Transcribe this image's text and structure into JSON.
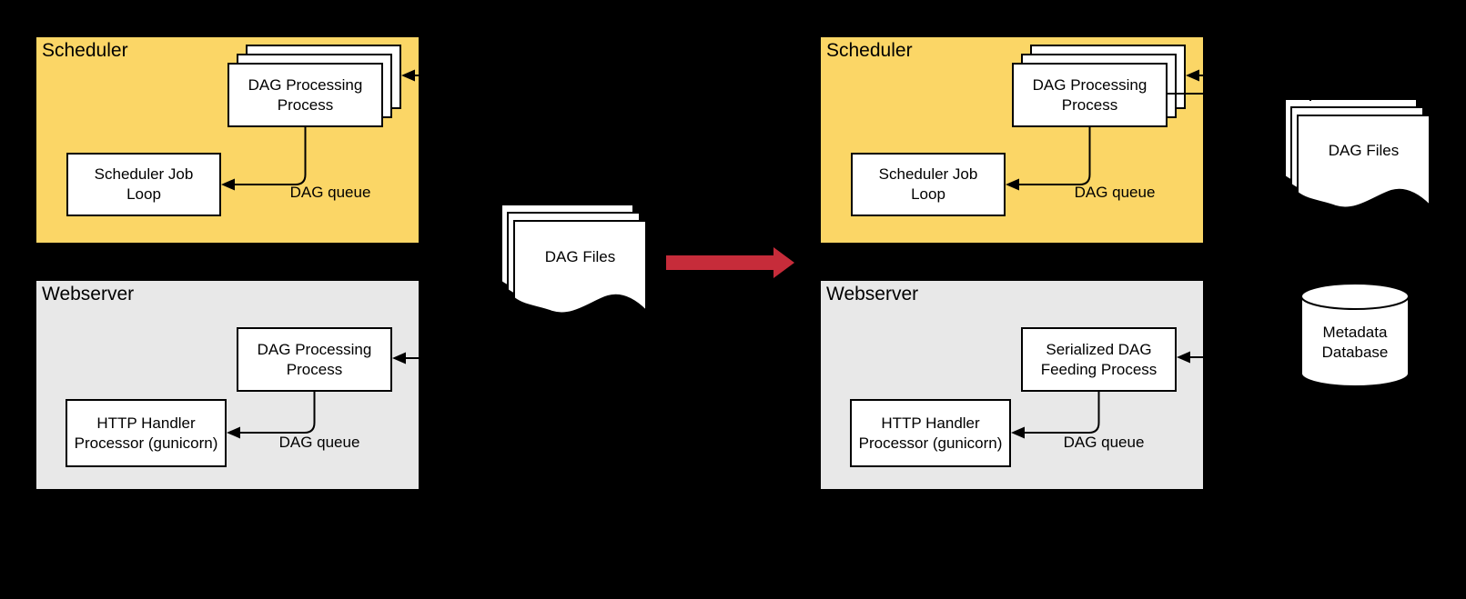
{
  "left": {
    "scheduler": {
      "title": "Scheduler",
      "dag_processing": "DAG Processing\nProcess",
      "job_loop": "Scheduler Job\nLoop",
      "queue": "DAG queue"
    },
    "webserver": {
      "title": "Webserver",
      "dag_processing": "DAG Processing\nProcess",
      "http_handler": "HTTP Handler\nProcessor (gunicorn)",
      "queue": "DAG queue"
    }
  },
  "middle": {
    "dag_files": "DAG Files"
  },
  "right": {
    "scheduler": {
      "title": "Scheduler",
      "dag_processing": "DAG Processing\nProcess",
      "job_loop": "Scheduler Job\nLoop",
      "queue": "DAG queue"
    },
    "webserver": {
      "title": "Webserver",
      "feeding": "Serialized DAG\nFeeding Process",
      "http_handler": "HTTP Handler\nProcessor (gunicorn)",
      "queue": "DAG queue"
    },
    "dag_files": "DAG Files",
    "metadata_db": "Metadata\nDatabase"
  },
  "colors": {
    "background": "#000000",
    "scheduler_fill": "#FBD666",
    "webserver_fill": "#E8E8E8",
    "node_fill": "#FFFFFF",
    "line": "#000000",
    "transition_arrow": "#C62C3A"
  }
}
